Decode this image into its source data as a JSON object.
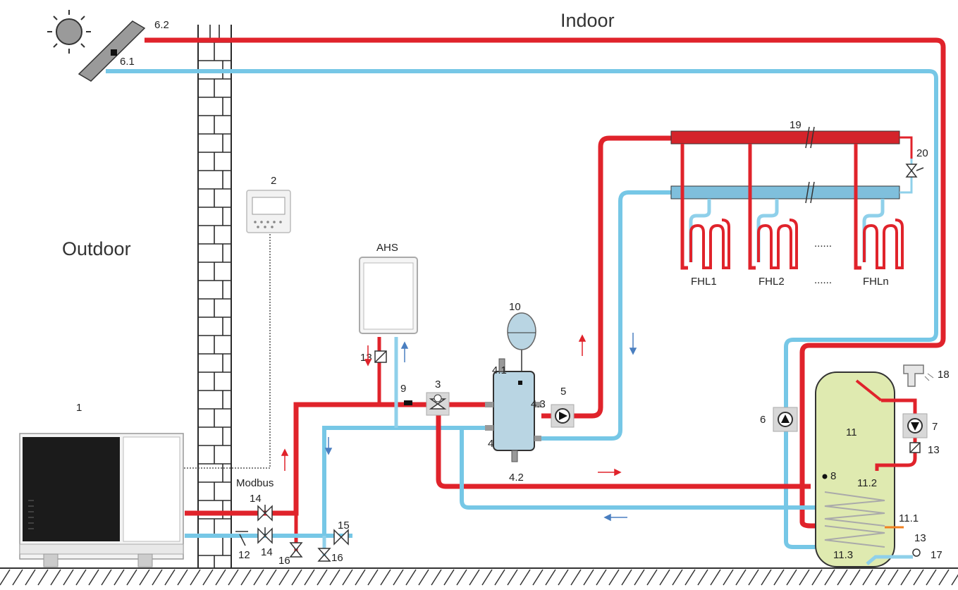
{
  "labels": {
    "indoor": "Indoor",
    "outdoor": "Outdoor",
    "modbus": "Modbus",
    "ahs": "AHS",
    "fhl1": "FHL1",
    "fhl2": "FHL2",
    "fhln": "FHLn",
    "dots_top": "......",
    "dots_bottom": "......"
  },
  "numbers": {
    "n1": "1",
    "n2": "2",
    "n3": "3",
    "n4": "4",
    "n4_1": "4.1",
    "n4_2": "4.2",
    "n4_3": "4.3",
    "n5": "5",
    "n6": "6",
    "n6_1": "6.1",
    "n6_2": "6.2",
    "n7": "7",
    "n8": "8",
    "n9": "9",
    "n10": "10",
    "n11": "11",
    "n11_1": "11.1",
    "n11_2": "11.2",
    "n11_3": "11.3",
    "n12": "12",
    "n13_ahs": "13",
    "n13_dhw": "13",
    "n13_bottom": "13",
    "n14_top": "14",
    "n14_bottom": "14",
    "n15": "15",
    "n16_a": "16",
    "n16_b": "16",
    "n17": "17",
    "n18": "18",
    "n19": "19",
    "n20": "20"
  },
  "colors": {
    "hot_line": "#e0232b",
    "cold_line": "#76c7e6",
    "tank_fill": "#dfeab0",
    "wall": "#2a2a2a"
  }
}
